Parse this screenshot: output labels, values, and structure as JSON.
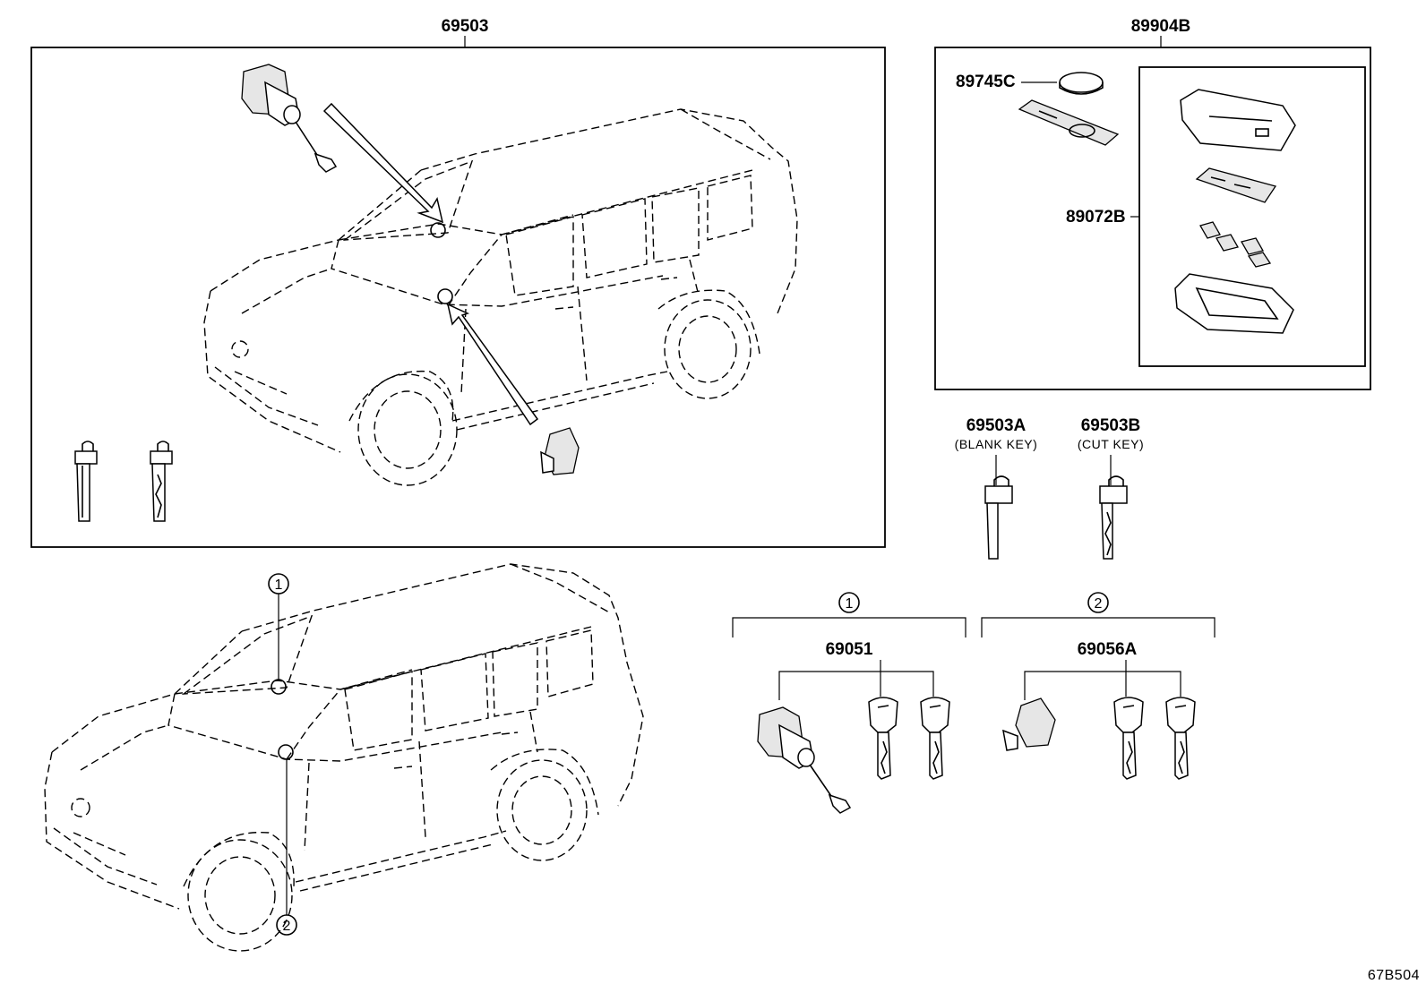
{
  "labels": {
    "main_assembly": "69503",
    "transmitter_set": "89904B",
    "battery": "89745C",
    "transmitter_case": "89072B",
    "blank_key": "69503A",
    "blank_key_note": "(BLANK KEY)",
    "cut_key": "69503B",
    "cut_key_note": "(CUT KEY)",
    "set_1_part": "69051",
    "set_2_part": "69056A",
    "ref_code": "67B504"
  },
  "callouts": {
    "one": "1",
    "two": "2"
  }
}
